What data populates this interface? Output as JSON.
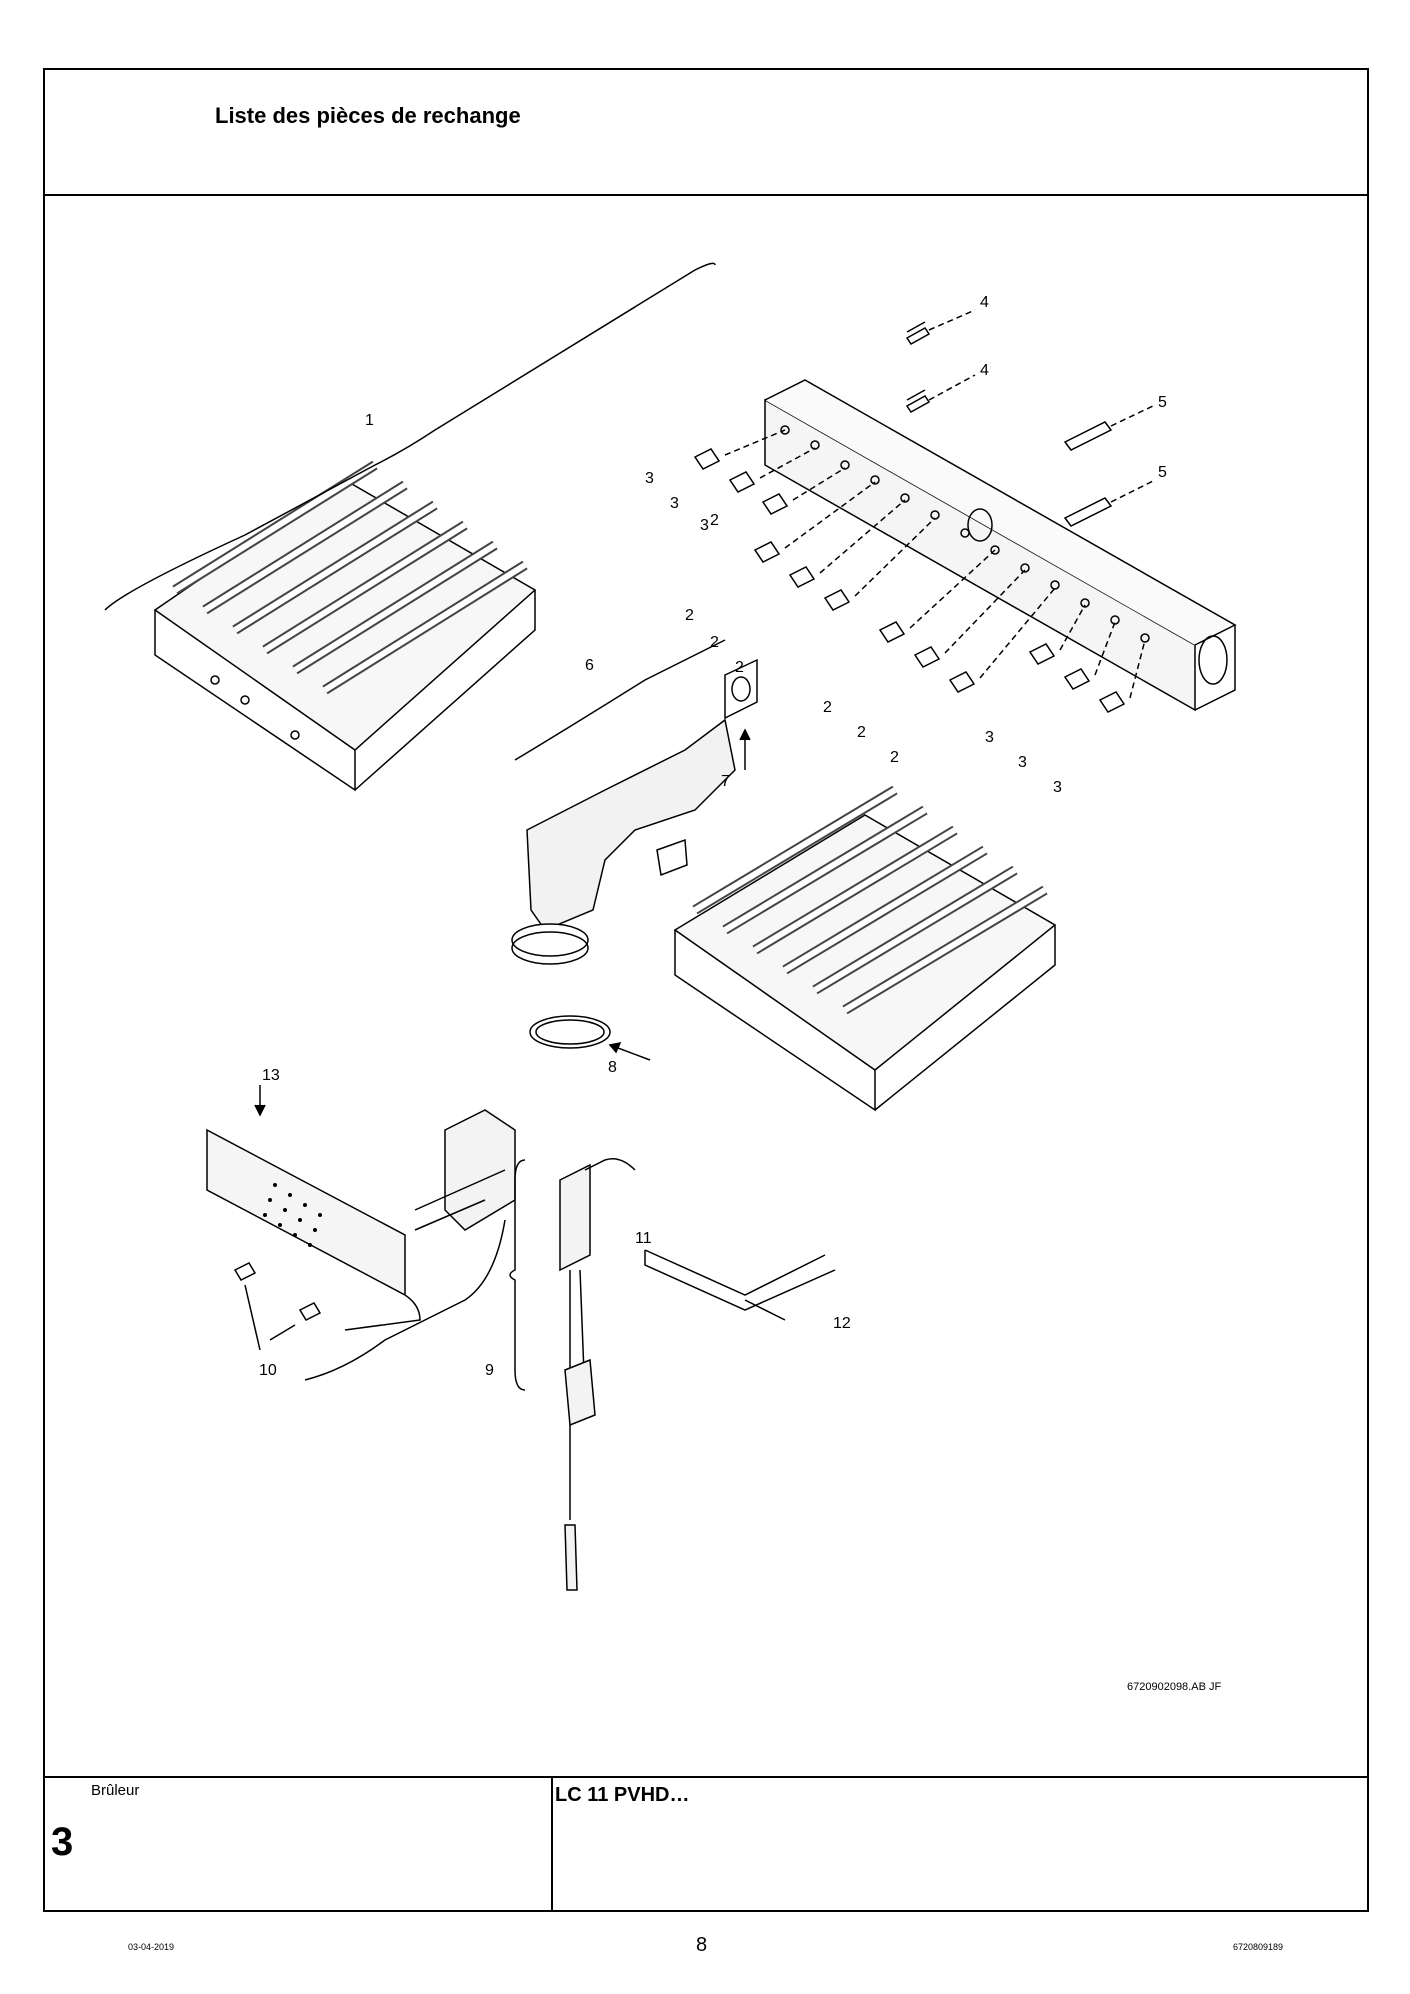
{
  "header": {
    "title": "Liste des pièces de rechange"
  },
  "figure": {
    "reference": "6720902098.AB JF",
    "callouts": [
      "1",
      "2",
      "2",
      "2",
      "2",
      "2",
      "2",
      "2",
      "3",
      "3",
      "3",
      "3",
      "3",
      "3",
      "4",
      "4",
      "5",
      "5",
      "6",
      "7",
      "8",
      "9",
      "10",
      "11",
      "12",
      "13"
    ]
  },
  "footer_block": {
    "section_name": "Brûleur",
    "section_number": "3",
    "model": "LC 11 PVHD…"
  },
  "page_footer": {
    "date": "03-04-2019",
    "page_number": "8",
    "doc_code": "6720809189"
  }
}
